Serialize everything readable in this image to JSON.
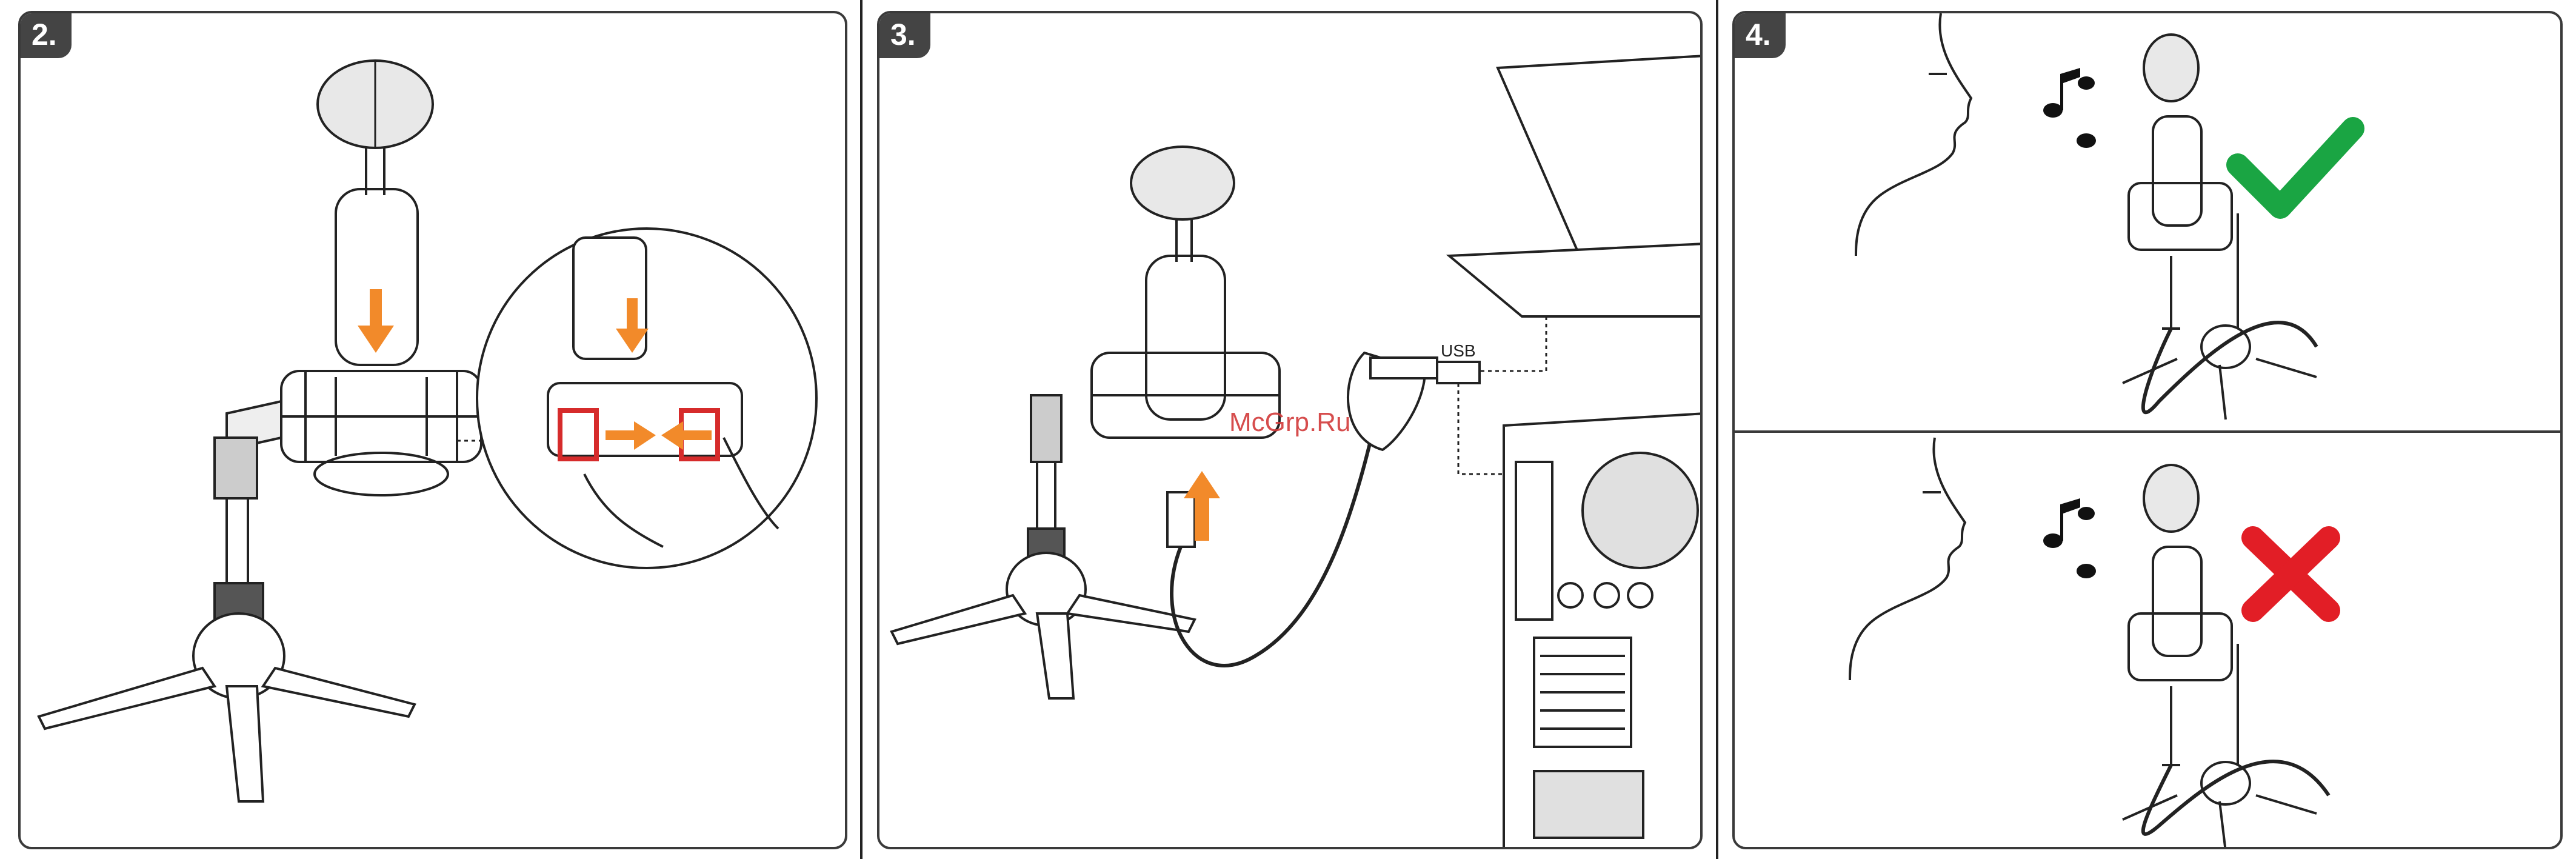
{
  "steps": [
    {
      "number": "2."
    },
    {
      "number": "3."
    },
    {
      "number": "4."
    }
  ],
  "labels": {
    "usb": "USB"
  },
  "watermark": "McGrp.Ru",
  "colors": {
    "arrow_orange": "#f28a2a",
    "clip_red": "#d62b2b",
    "check_green": "#1aa543",
    "cross_red": "#e21e26",
    "outline": "#222222"
  },
  "icons": [
    "down-arrow-icon",
    "up-arrow-icon",
    "right-arrow-icon",
    "left-arrow-icon",
    "checkmark-icon",
    "cross-icon",
    "music-note-icon"
  ]
}
